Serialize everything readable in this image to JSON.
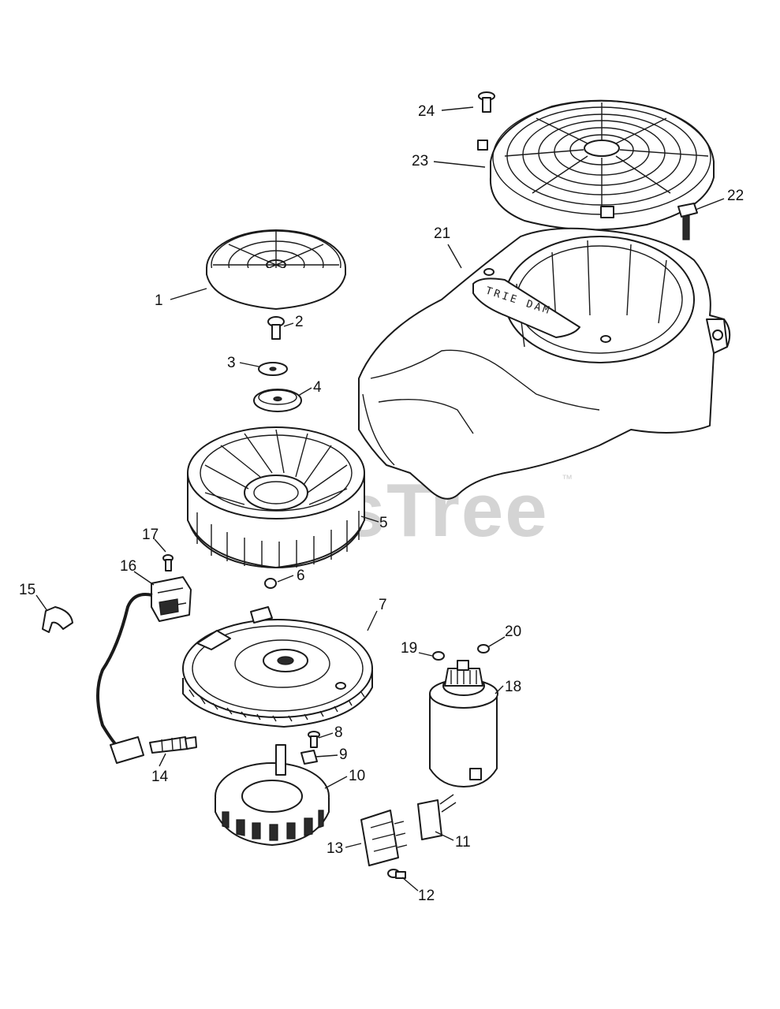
{
  "watermark": {
    "text": "PartsTree",
    "tm": "™"
  },
  "shroud_decal": "TRIE DAM",
  "callouts": [
    {
      "id": "1",
      "label": "1"
    },
    {
      "id": "2",
      "label": "2"
    },
    {
      "id": "3",
      "label": "3"
    },
    {
      "id": "4",
      "label": "4"
    },
    {
      "id": "5",
      "label": "5"
    },
    {
      "id": "6",
      "label": "6"
    },
    {
      "id": "7",
      "label": "7"
    },
    {
      "id": "8",
      "label": "8"
    },
    {
      "id": "9",
      "label": "9"
    },
    {
      "id": "10",
      "label": "10"
    },
    {
      "id": "11",
      "label": "11"
    },
    {
      "id": "12",
      "label": "12"
    },
    {
      "id": "13",
      "label": "13"
    },
    {
      "id": "14",
      "label": "14"
    },
    {
      "id": "15",
      "label": "15"
    },
    {
      "id": "16",
      "label": "16"
    },
    {
      "id": "17",
      "label": "17"
    },
    {
      "id": "18",
      "label": "18"
    },
    {
      "id": "19",
      "label": "19"
    },
    {
      "id": "20",
      "label": "20"
    },
    {
      "id": "21",
      "label": "21"
    },
    {
      "id": "22",
      "label": "22"
    },
    {
      "id": "23",
      "label": "23"
    },
    {
      "id": "24",
      "label": "24"
    }
  ]
}
